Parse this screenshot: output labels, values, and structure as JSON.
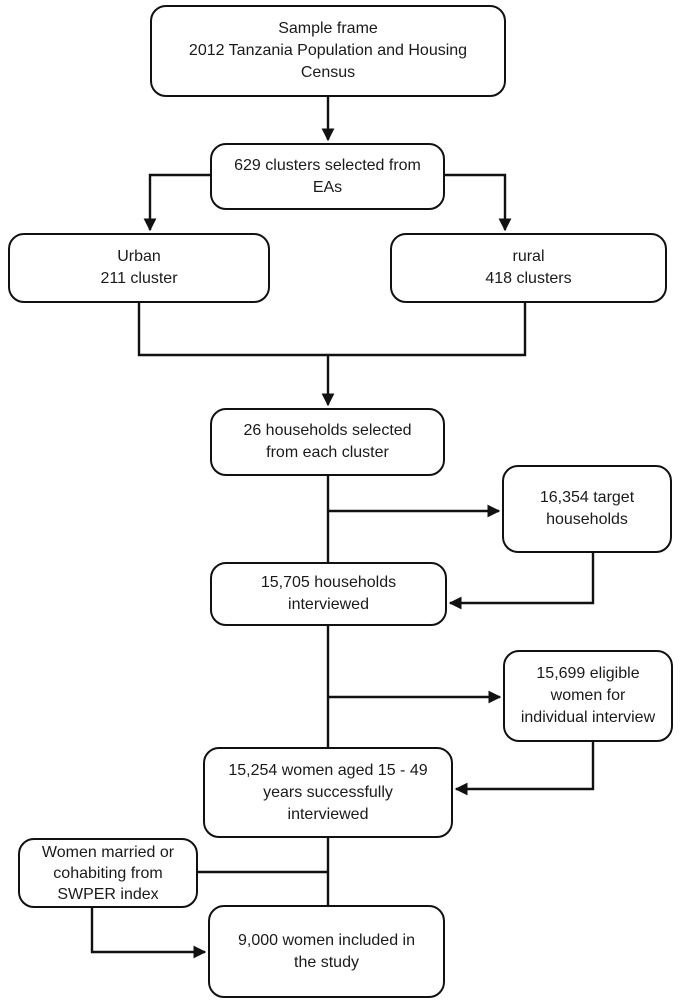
{
  "diagram": {
    "type": "flowchart",
    "description": "Study participant sampling flow diagram",
    "colors": {
      "background": "#ffffff",
      "box_fill": "#ffffff",
      "box_border": "#111111",
      "connector": "#111111",
      "text": "#1a1a1a"
    },
    "nodes": {
      "sample_frame": {
        "lines": [
          "Sample frame",
          "2012 Tanzania Population and Housing",
          "Census"
        ]
      },
      "clusters": {
        "lines": [
          "629 clusters selected from",
          "EAs"
        ]
      },
      "urban": {
        "lines": [
          "Urban",
          "211 cluster"
        ]
      },
      "rural": {
        "lines": [
          "rural",
          "418 clusters"
        ]
      },
      "households_selected": {
        "lines": [
          "26 households selected",
          "from each cluster"
        ]
      },
      "target_households": {
        "lines": [
          "16,354 target",
          "households"
        ]
      },
      "households_interviewed": {
        "lines": [
          "15,705 households",
          "interviewed"
        ]
      },
      "eligible_women": {
        "lines": [
          "15,699 eligible",
          "women for",
          "individual interview"
        ]
      },
      "women_interviewed": {
        "lines": [
          "15,254 women aged 15 - 49",
          "years successfully",
          "interviewed"
        ]
      },
      "swper": {
        "lines": [
          "Women married or",
          "cohabiting from",
          "SWPER index"
        ]
      },
      "included": {
        "lines": [
          "9,000 women included in",
          "the study"
        ]
      }
    }
  }
}
